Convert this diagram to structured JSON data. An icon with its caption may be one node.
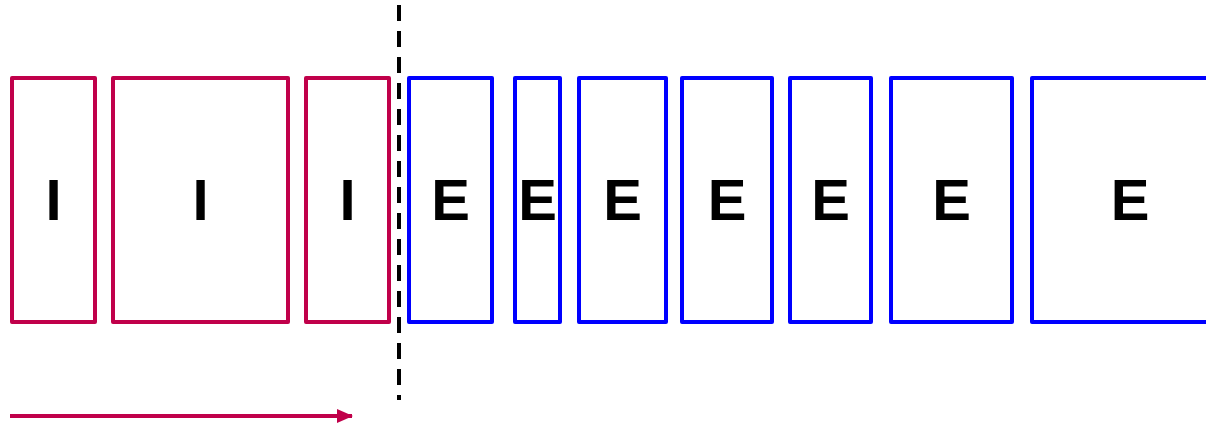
{
  "diagram": {
    "nodes": [
      {
        "text": [
          "I"
        ]
      },
      {
        "text": [
          "I"
        ]
      },
      {
        "text": [
          "I"
        ]
      },
      {
        "text": [
          "E"
        ]
      },
      {
        "text": [
          "E"
        ]
      },
      {
        "text": [
          "E"
        ]
      },
      {
        "text": [
          "E"
        ]
      },
      {
        "text": [
          "E"
        ]
      },
      {
        "text": [
          "E"
        ]
      },
      {
        "text": [
          "E"
        ]
      }
    ]
  }
}
